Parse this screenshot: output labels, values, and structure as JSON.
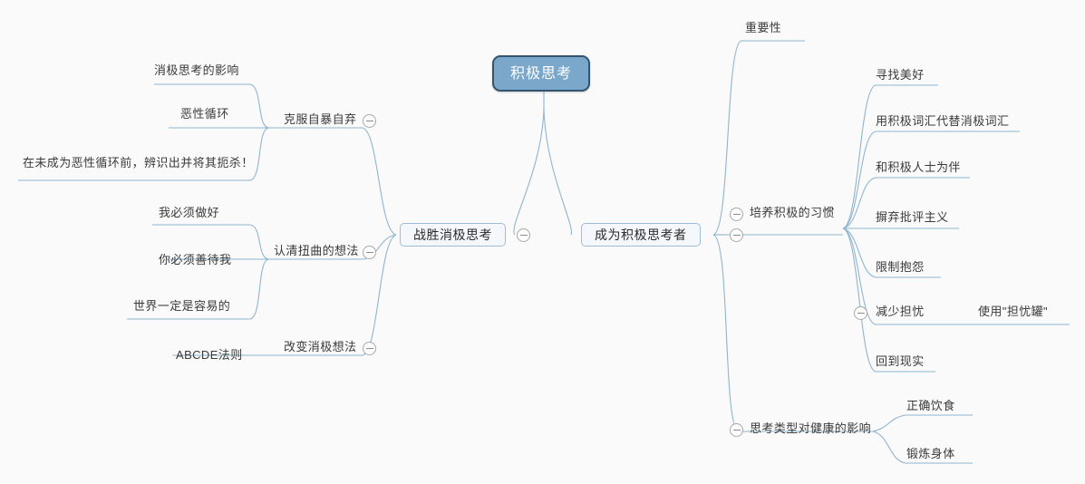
{
  "meta": {
    "title": "积极思考",
    "background_color": "#fafafa",
    "link_color": "#8fb4d0",
    "root_fill": "#7ba7cb",
    "root_border": "#33536f",
    "root_text_color": "#ffffff",
    "box_fill": "#f4f8fc",
    "box_border": "#9dbdd8",
    "text_color": "#3a3a3a",
    "toggle_icon": "minus-circle-icon"
  },
  "root": {
    "label": "积极思考"
  },
  "branches": {
    "left": {
      "label": "战胜消极思考",
      "children": [
        {
          "label": "克服自暴自弃",
          "collapsed": true,
          "children": [
            {
              "label": "消极思考的影响"
            },
            {
              "label": "恶性循环"
            },
            {
              "label": "在未成为恶性循环前，辨识出并将其扼杀！"
            }
          ]
        },
        {
          "label": "认清扭曲的想法",
          "collapsed": true,
          "children": [
            {
              "label": "我必须做好"
            },
            {
              "label": "你必须善待我"
            },
            {
              "label": "世界一定是容易的"
            }
          ]
        },
        {
          "label": "改变消极想法",
          "collapsed": true,
          "children": [
            {
              "label": "ABCDE法则"
            }
          ]
        }
      ]
    },
    "right": {
      "label": "成为积极思考者",
      "children": [
        {
          "label": "重要性"
        },
        {
          "label": "培养积极的习惯",
          "collapsed": true,
          "children": [
            {
              "label": "寻找美好"
            },
            {
              "label": "用积极词汇代替消极词汇"
            },
            {
              "label": "和积极人士为伴"
            },
            {
              "label": "摒弃批评主义"
            },
            {
              "label": "限制抱怨"
            },
            {
              "label": "减少担忧",
              "collapsed": true,
              "children": [
                {
                  "label": "使用\"担忧罐\""
                }
              ]
            },
            {
              "label": "回到现实"
            }
          ]
        },
        {
          "label": "思考类型对健康的影响",
          "collapsed": true,
          "children": [
            {
              "label": "正确饮食"
            },
            {
              "label": "锻炼身体"
            }
          ]
        }
      ]
    }
  }
}
